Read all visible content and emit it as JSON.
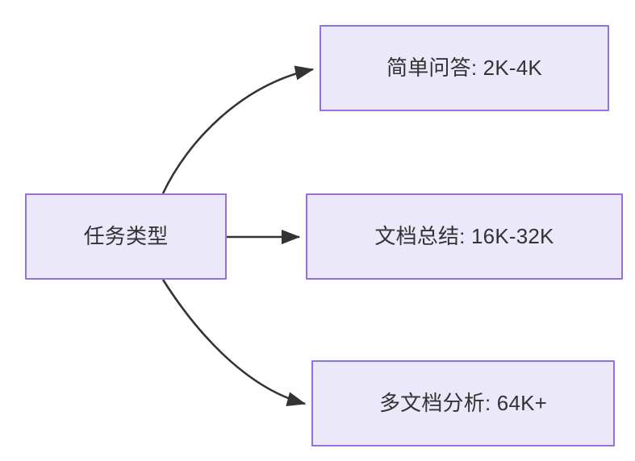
{
  "diagram": {
    "type": "flowchart",
    "direction": "left-to-right",
    "background_color": "#ffffff",
    "node_fill_color": "#ebe8fa",
    "node_border_color": "#9370db",
    "node_text_color": "#333333",
    "edge_color": "#333333",
    "source_node": {
      "id": "task-type",
      "label": "任务类型"
    },
    "target_nodes": [
      {
        "id": "simple-qa",
        "label": "简单问答: 2K-4K",
        "task": "简单问答",
        "range": "2K-4K"
      },
      {
        "id": "doc-summary",
        "label": "文档总结: 16K-32K",
        "task": "文档总结",
        "range": "16K-32K"
      },
      {
        "id": "multi-doc",
        "label": "多文档分析: 64K+",
        "task": "多文档分析",
        "range": "64K+"
      }
    ],
    "edges": [
      {
        "id": "edge-to-simple-qa",
        "from": "任务类型",
        "to": "简单问答: 2K-4K",
        "style": "curved-arrow"
      },
      {
        "id": "edge-to-doc-summary",
        "from": "任务类型",
        "to": "文档总结: 16K-32K",
        "style": "straight-arrow"
      },
      {
        "id": "edge-to-multi-doc",
        "from": "任务类型",
        "to": "多文档分析: 64K+",
        "style": "curved-arrow"
      }
    ]
  }
}
